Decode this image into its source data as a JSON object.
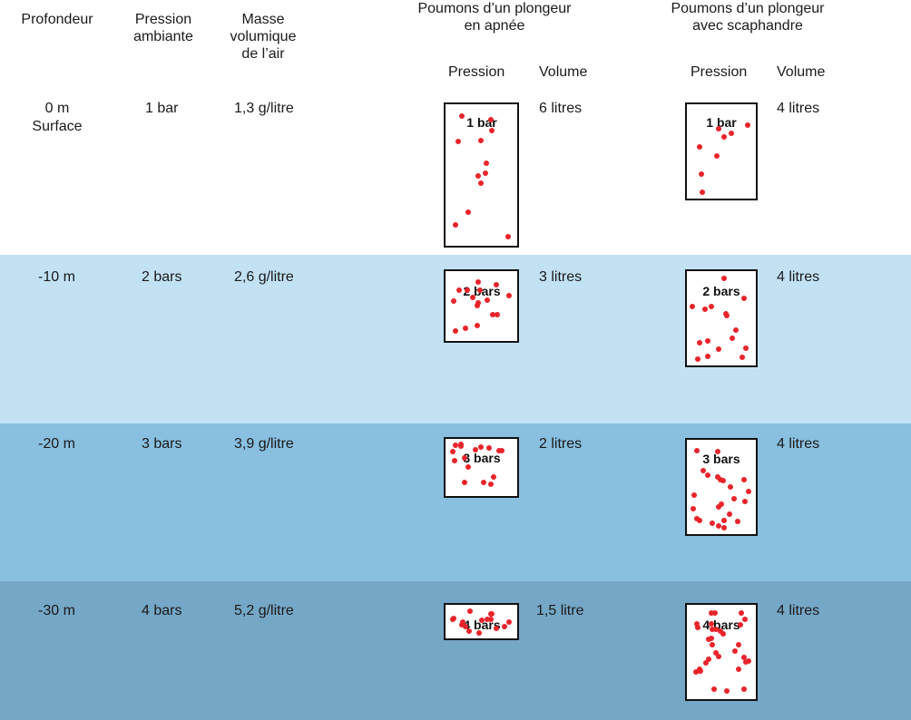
{
  "headers": {
    "depth": "Profondeur",
    "pressure": "Pression\nambiante",
    "density": "Masse\nvolumique\nde l’air",
    "apnea_title": "Poumons d’un plongeur\nen apnée",
    "scuba_title": "Poumons d’un plongeur\navec scaphandre",
    "apnea_pressure": "Pression",
    "apnea_volume": "Volume",
    "scuba_pressure": "Pression",
    "scuba_volume": "Volume"
  },
  "colors": {
    "surface": "#ffffff",
    "minus10": "#c2e2f4",
    "minus20": "#89bfdf",
    "minus30": "#75a7c6",
    "air_molecule": "#e8242b",
    "lung_border": "#111111"
  },
  "rows": [
    {
      "depth": "0 m",
      "depth_note": "Surface",
      "pressure": "1 bar",
      "density": "1,3 g/litre",
      "apnea_label": "1 bar",
      "apnea_volume": "6 litres",
      "apnea_molecules": 12,
      "scuba_label": "1 bar",
      "scuba_volume": "4 litres",
      "scuba_molecules": 8
    },
    {
      "depth": "-10 m",
      "depth_note": "",
      "pressure": "2 bars",
      "density": "2,6 g/litre",
      "apnea_label": "2 bars",
      "apnea_volume": "3 litres",
      "apnea_molecules": 16,
      "scuba_label": "2 bars",
      "scuba_volume": "4 litres",
      "scuba_molecules": 16
    },
    {
      "depth": "-20 m",
      "depth_note": "",
      "pressure": "3 bars",
      "density": "3,9 g/litre",
      "apnea_label": "3 bars",
      "apnea_volume": "2 litres",
      "apnea_molecules": 16,
      "scuba_label": "3 bars",
      "scuba_volume": "4 litres",
      "scuba_molecules": 24
    },
    {
      "depth": "-30 m",
      "depth_note": "",
      "pressure": "4 bars",
      "density": "5,2 g/litre",
      "apnea_label": "4 bars",
      "apnea_volume": "1,5 litre",
      "apnea_molecules": 16,
      "scuba_label": "4 bars",
      "scuba_volume": "4 litres",
      "scuba_molecules": 32
    }
  ]
}
